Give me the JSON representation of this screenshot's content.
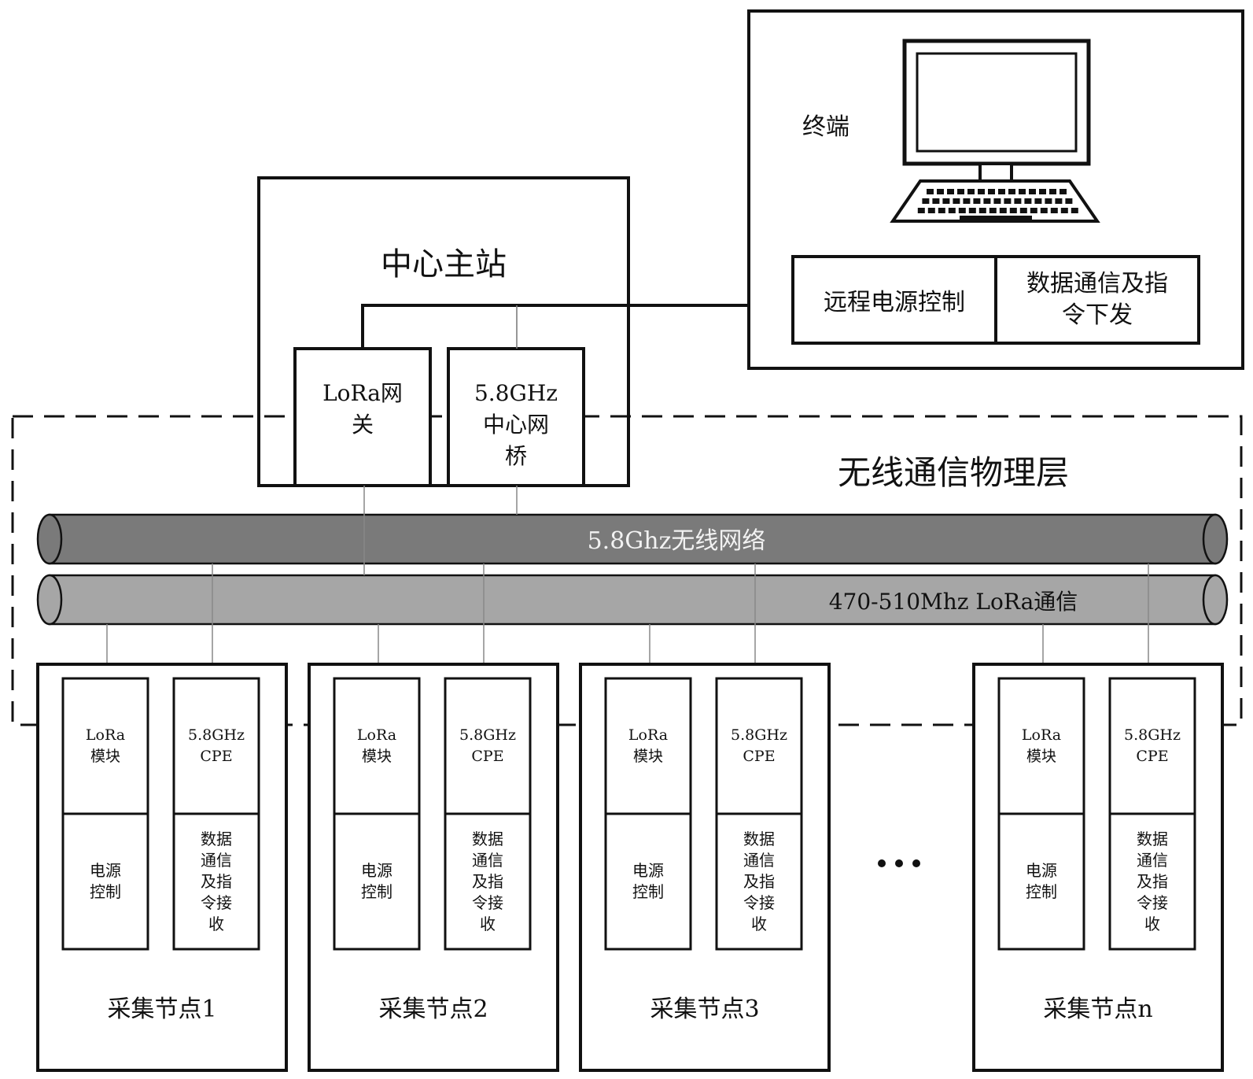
{
  "terminal": {
    "label": "终端",
    "remote_power_label": "远程电源控制",
    "data_comm_label": "数据通信及指\n令下发"
  },
  "master_station": {
    "title": "中心主站",
    "lora_gateway_label": "LoRa网\n关",
    "bridge_label": "5.8GHz\n中心网\n桥"
  },
  "wireless_layer": {
    "title": "无线通信物理层",
    "network_58_label": "5.8Ghz无线网络",
    "lora_bus_label": "470-510Mhz  LoRa通信"
  },
  "nodes": [
    {
      "title": "采集节点1",
      "lora_label": "LoRa\n模块",
      "cpe_label": "5.8GHz\nCPE",
      "power_label": "电源\n控制",
      "data_label": "数据\n通信\n及指\n令接\n收"
    },
    {
      "title": "采集节点2",
      "lora_label": "LoRa\n模块",
      "cpe_label": "5.8GHz\nCPE",
      "power_label": "电源\n控制",
      "data_label": "数据\n通信\n及指\n令接\n收"
    },
    {
      "title": "采集节点3",
      "lora_label": "LoRa\n模块",
      "cpe_label": "5.8GHz\nCPE",
      "power_label": "电源\n控制",
      "data_label": "数据\n通信\n及指\n令接\n收"
    },
    {
      "title": "采集节点n",
      "lora_label": "LoRa\n模块",
      "cpe_label": "5.8GHz\nCPE",
      "power_label": "电源\n控制",
      "data_label": "数据\n通信\n及指\n令接\n收"
    }
  ],
  "ellipsis": "•••",
  "colors": {
    "line": "#111111",
    "tube_dark": "#7a7a7a",
    "tube_light": "#a6a6a6",
    "tube_text": "#f2f2f2"
  },
  "icons": {
    "terminal": "computer-monitor-keyboard-icon"
  }
}
